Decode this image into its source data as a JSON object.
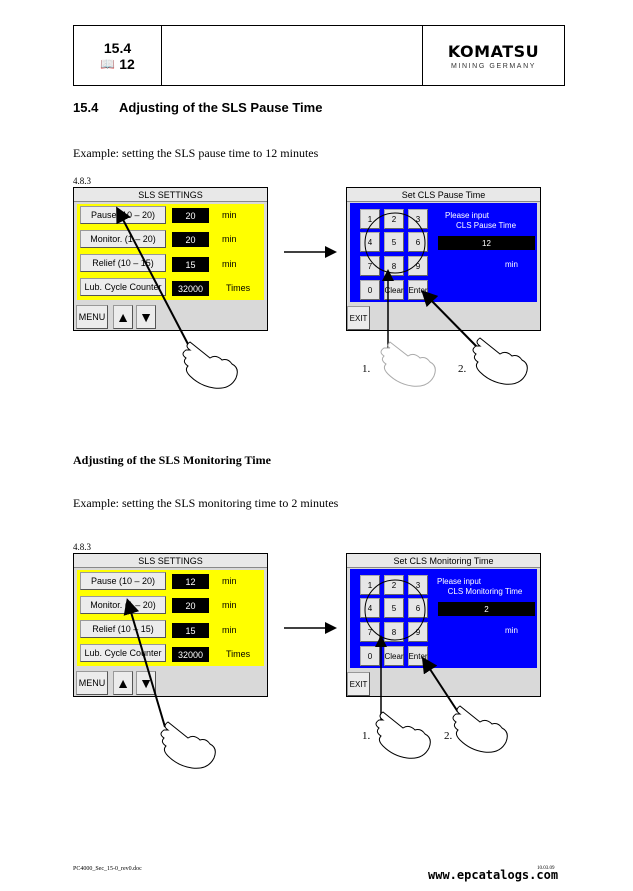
{
  "header": {
    "section_number": "15.4",
    "section_ref": "12",
    "brand": "KOMATSU",
    "brand_sub": "MINING GERMANY"
  },
  "heading": {
    "number": "15.4",
    "title": "Adjusting of the SLS Pause Time"
  },
  "example1": "Example: setting the SLS pause time to 12 minutes",
  "figure1": {
    "ref": "4.8.3",
    "settings": {
      "title": "SLS SETTINGS",
      "rows": [
        {
          "label": "Pause (10 – 20)",
          "value": "20",
          "unit": "min"
        },
        {
          "label": "Monitor. (1 – 20)",
          "value": "20",
          "unit": "min"
        },
        {
          "label": "Relief (10 – 15)",
          "value": "15",
          "unit": "min"
        },
        {
          "label": "Lub. Cycle Counter",
          "value": "32000",
          "unit": "Times"
        }
      ],
      "menu": "MENU",
      "up": "▲",
      "down": "▼"
    },
    "keypad": {
      "title": "Set CLS Pause Time",
      "keys": [
        "1",
        "2",
        "3",
        "4",
        "5",
        "6",
        "7",
        "8",
        "9",
        "0",
        "Clear",
        "Enter"
      ],
      "prompt_line1": "Please input",
      "prompt_line2": "CLS Pause Time",
      "value": "12",
      "unit": "min",
      "exit": "EXIT"
    },
    "step1": "1.",
    "step2": "2."
  },
  "heading2": "Adjusting of the SLS Monitoring Time",
  "example2": "Example: setting the SLS monitoring time to 2 minutes",
  "figure2": {
    "ref": "4.8.3",
    "settings": {
      "title": "SLS SETTINGS",
      "rows": [
        {
          "label": "Pause (10 – 20)",
          "value": "12",
          "unit": "min"
        },
        {
          "label": "Monitor. (1 – 20)",
          "value": "20",
          "unit": "min"
        },
        {
          "label": "Relief (10 – 15)",
          "value": "15",
          "unit": "min"
        },
        {
          "label": "Lub. Cycle Counter",
          "value": "32000",
          "unit": "Times"
        }
      ],
      "menu": "MENU",
      "up": "▲",
      "down": "▼"
    },
    "keypad": {
      "title": "Set CLS Monitoring Time",
      "keys": [
        "1",
        "2",
        "3",
        "4",
        "5",
        "6",
        "7",
        "8",
        "9",
        "0",
        "Clear",
        "Enter"
      ],
      "prompt_line1": "Please input",
      "prompt_line2": "CLS Monitoring Time",
      "value": "2",
      "unit": "min",
      "exit": "EXIT"
    },
    "step1": "1.",
    "step2": "2."
  },
  "footer": {
    "doc": "PC4000_Sec_15-0_rev0.doc",
    "date": "10.03.09"
  },
  "watermark": "www.epcatalogs.com",
  "colors": {
    "panel_yellow": "#ffff00",
    "panel_blue": "#0000ff"
  }
}
